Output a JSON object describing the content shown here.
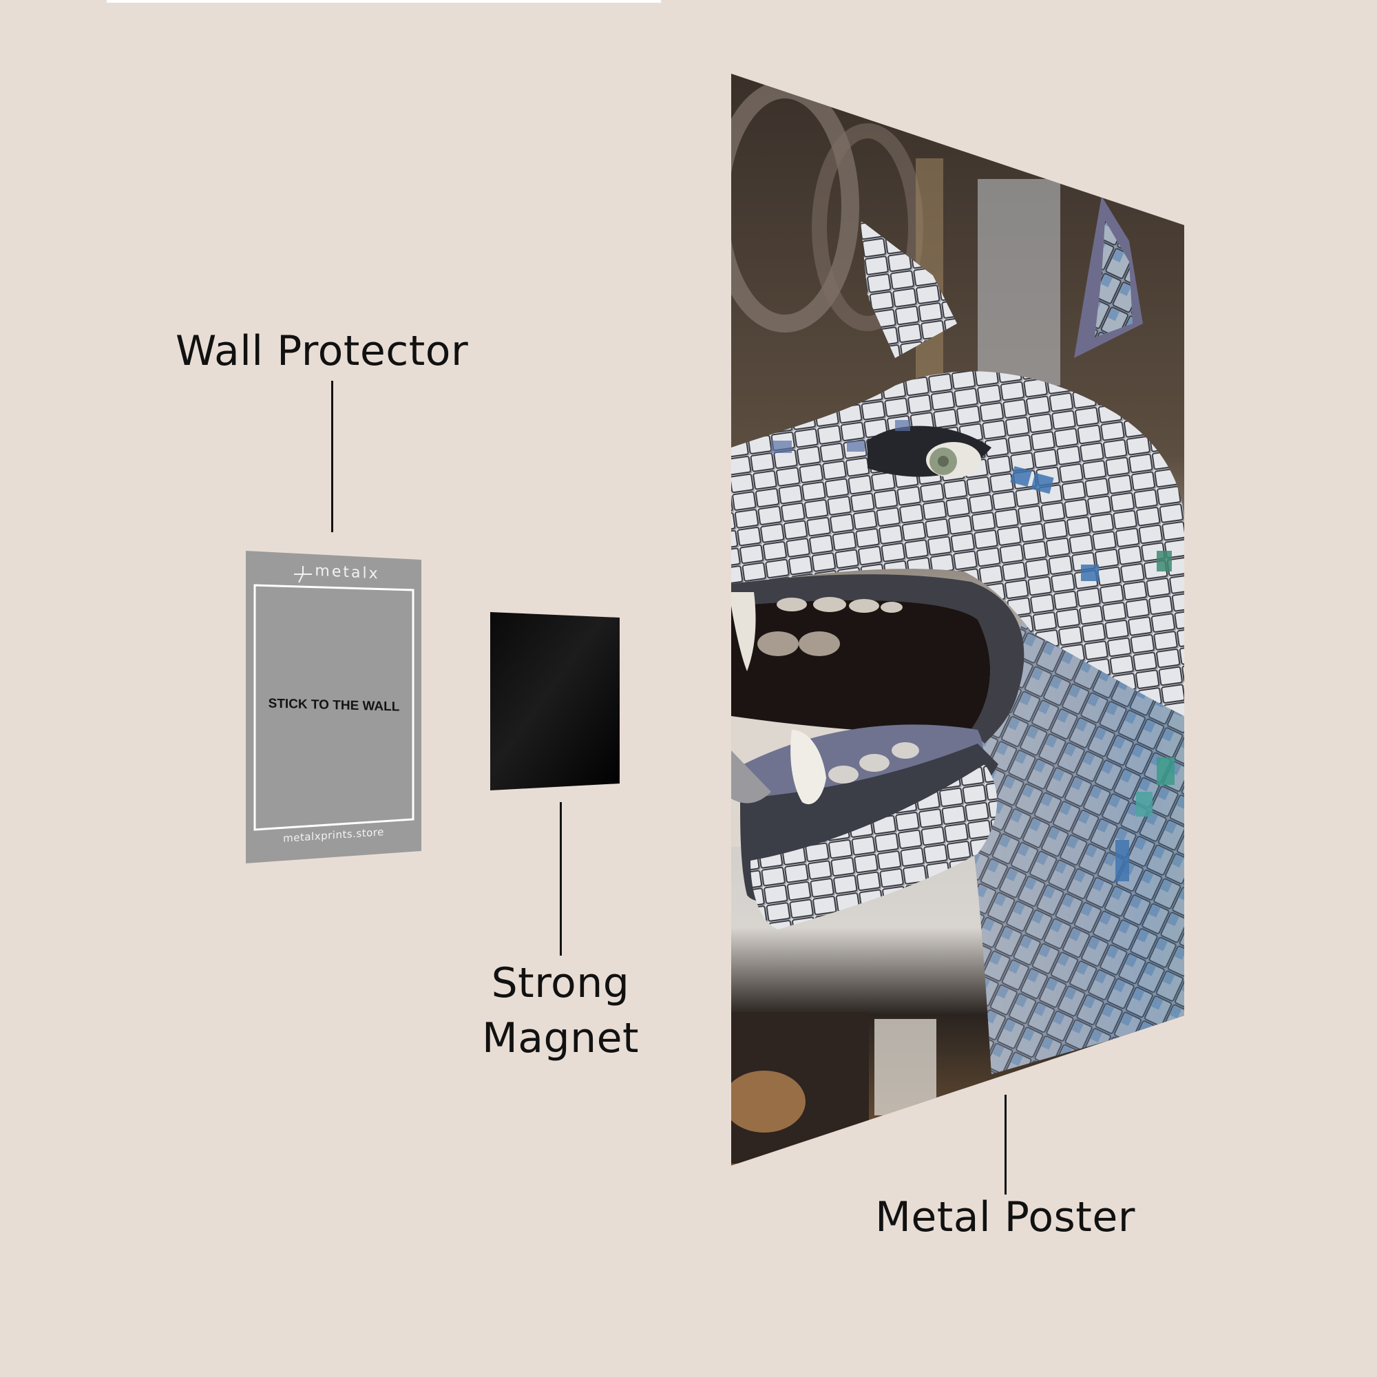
{
  "colors": {
    "background": "#e8ddd5",
    "label_text": "#111111",
    "protector_gray": "#9b9b9b",
    "magnet_black": "#050505"
  },
  "labels": {
    "wall_protector": "Wall Protector",
    "strong_magnet_line1": "Strong",
    "strong_magnet_line2": "Magnet",
    "metal_poster": "Metal Poster"
  },
  "wall_protector_card": {
    "brand": "metalx",
    "instruction": "STICK TO THE WALL",
    "website": "metalxprints.store",
    "brand_icon": "metalx-logo-icon"
  },
  "magnet": {
    "description": "black square magnet plate"
  },
  "poster": {
    "subject": "mosaic tile wolf head sculpture with open mouth",
    "description": "metal poster print"
  }
}
